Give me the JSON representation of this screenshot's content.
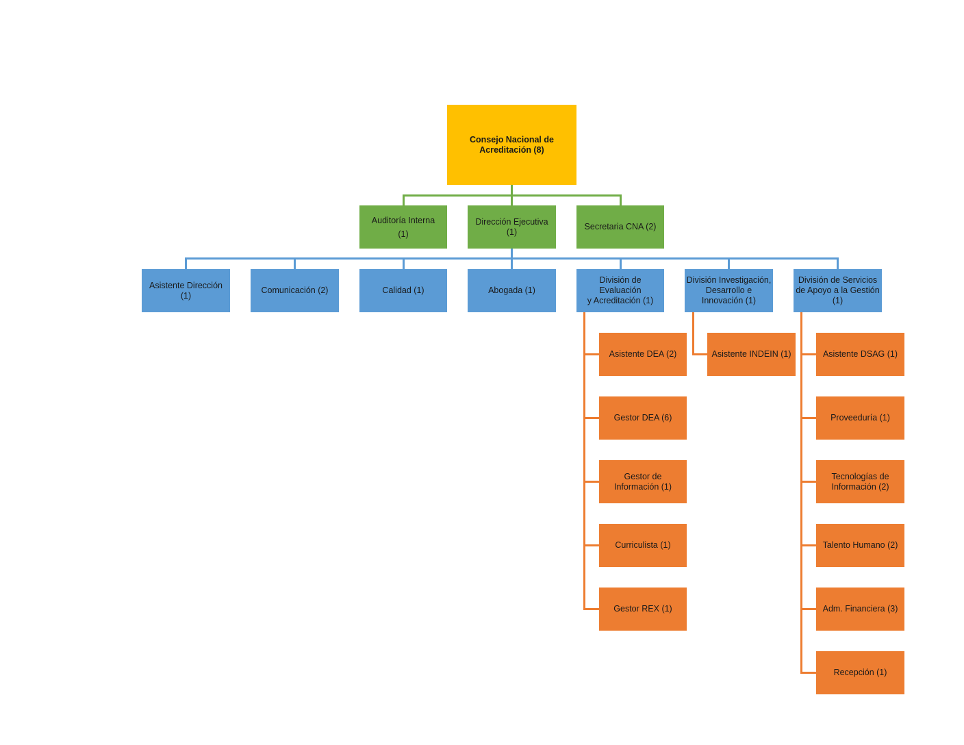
{
  "chart": {
    "root": {
      "label": "Consejo Nacional de\nAcreditación (8)",
      "color": "#FFC000"
    },
    "level1": [
      {
        "label": "Auditoría Interna\n\n(1)"
      },
      {
        "label": "Dirección Ejecutiva (1)"
      },
      {
        "label": "Secretaria CNA (2)"
      }
    ],
    "level2": [
      {
        "label": "Asistente Dirección\n(1)"
      },
      {
        "label": "Comunicación (2)"
      },
      {
        "label": "Calidad (1)"
      },
      {
        "label": "Abogada (1)"
      },
      {
        "label": "División de Evaluación\ny Acreditación  (1)"
      },
      {
        "label": "División Investigación,\nDesarrollo e\nInnovación (1)"
      },
      {
        "label": "División de Servicios\nde Apoyo a la Gestión\n(1)"
      }
    ],
    "dea_units": [
      {
        "label": "Asistente DEA (2)"
      },
      {
        "label": "Gestor DEA (6)"
      },
      {
        "label": "Gestor de\nInformación (1)"
      },
      {
        "label": "Curriculista (1)"
      },
      {
        "label": "Gestor REX (1)"
      }
    ],
    "indein_units": [
      {
        "label": "Asistente INDEIN (1)"
      }
    ],
    "dsag_units": [
      {
        "label": "Asistente DSAG (1)"
      },
      {
        "label": "Proveeduría (1)"
      },
      {
        "label": "Tecnologías de\nInformación (2)"
      },
      {
        "label": "Talento Humano (2)"
      },
      {
        "label": "Adm. Financiera (3)"
      },
      {
        "label": "Recepción (1)"
      }
    ],
    "colors": {
      "root": "#FFC000",
      "level1": "#70AD47",
      "level2": "#5B9BD5",
      "units": "#ED7D31"
    }
  }
}
